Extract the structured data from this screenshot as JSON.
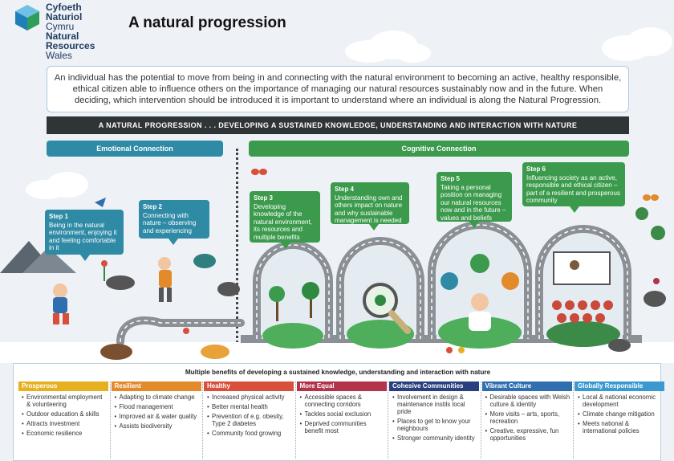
{
  "logo": {
    "line1": "Cyfoeth",
    "line2": "Naturiol",
    "line3": "Cymru",
    "line4": "Natural",
    "line5": "Resources",
    "line6": "Wales"
  },
  "title": "A natural progression",
  "intro": "An individual has the potential to move from being in and connecting with the natural environment to becoming an active, healthy responsible, ethical citizen able to influence others on the importance of managing our natural resources sustainably now and in the future. When deciding, which intervention should be introduced it is important to understand where an individual is along the Natural Progression.",
  "banner": "A NATURAL PROGRESSION . . . DEVELOPING A SUSTAINED KNOWLEDGE, UNDERSTANDING AND INTERACTION WITH NATURE",
  "emotional_label": "Emotional Connection",
  "cognitive_label": "Cognitive Connection",
  "steps": [
    {
      "title": "Step 1",
      "text": "Being in the natural environment, enjoying it and feeling comfortable in it"
    },
    {
      "title": "Step 2",
      "text": "Connecting with nature – observing and experiencing"
    },
    {
      "title": "Step 3",
      "text": "Developing knowledge of the natural environment, its resources and multiple benefits"
    },
    {
      "title": "Step 4",
      "text": "Understanding own and others impact on nature and why sustainable management is needed"
    },
    {
      "title": "Step 5",
      "text": "Taking a personal position on managing our natural resources now and in the future – values and beliefs"
    },
    {
      "title": "Step 6",
      "text": "Influencing society as an active, responsible and ethical citizen – part of a resilient and prosperous community"
    }
  ],
  "benefits": {
    "title": "Multiple benefits of developing a sustained knowledge, understanding and interaction with nature",
    "columns": [
      {
        "heading": "Prosperous",
        "color": "#e6b020",
        "items": [
          "Environmental employment & volunteering",
          "Outdoor education & skills",
          "Attracts investment",
          "Economic resilience"
        ]
      },
      {
        "heading": "Resilient",
        "color": "#e38a2a",
        "items": [
          "Adapting to climate change",
          "Flood management",
          "Improved air & water quality",
          "Assists biodiversity"
        ]
      },
      {
        "heading": "Healthy",
        "color": "#d9503a",
        "items": [
          "Increased physical activity",
          "Better mental health",
          "Prevention of e.g. obesity, Type 2 diabetes",
          "Community food growing"
        ]
      },
      {
        "heading": "More Equal",
        "color": "#b2334a",
        "items": [
          "Accessible spaces & connecting corridors",
          "Tackles social exclusion",
          "Deprived communities benefit most"
        ]
      },
      {
        "heading": "Cohesive Communities",
        "color": "#2a3f80",
        "items": [
          "Involvement in design & maintenance instils local pride",
          "Places to get to know your neighbours",
          "Stronger community identity"
        ]
      },
      {
        "heading": "Vibrant Culture",
        "color": "#2f6fb0",
        "items": [
          "Desirable spaces with Welsh culture & identity",
          "More visits – arts, sports, recreation",
          "Creative, expressive, fun opportunities"
        ]
      },
      {
        "heading": "Globally Responsible",
        "color": "#3a9ad0",
        "items": [
          "Local & national economic development",
          "Climate change mitigation",
          "Meets national & international policies"
        ]
      }
    ]
  }
}
